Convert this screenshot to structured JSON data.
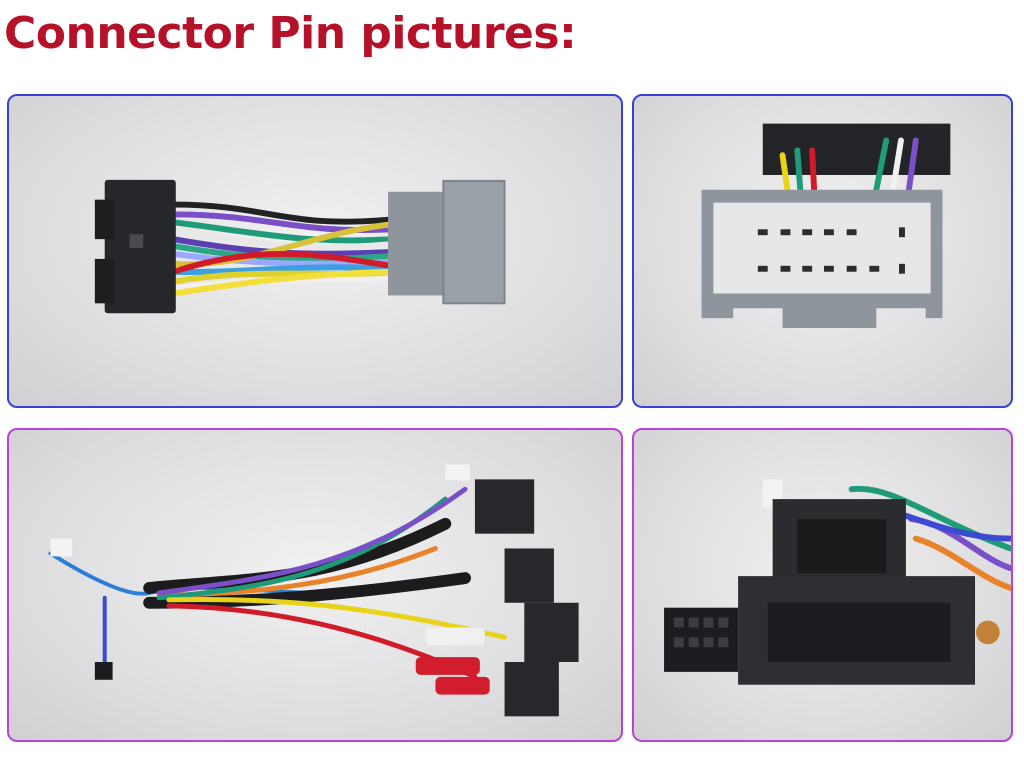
{
  "heading": "Connector Pin pictures:",
  "panels": [
    {
      "name": "harness-adapter-photo",
      "border_color": "#3a3fd8"
    },
    {
      "name": "grey-connector-pins-photo",
      "border_color": "#3a3fd8"
    },
    {
      "name": "full-wiring-harness-photo",
      "border_color": "#b545d6"
    },
    {
      "name": "black-connector-pins-photo",
      "border_color": "#b545d6"
    }
  ],
  "colors": {
    "heading": "#b5122a"
  }
}
